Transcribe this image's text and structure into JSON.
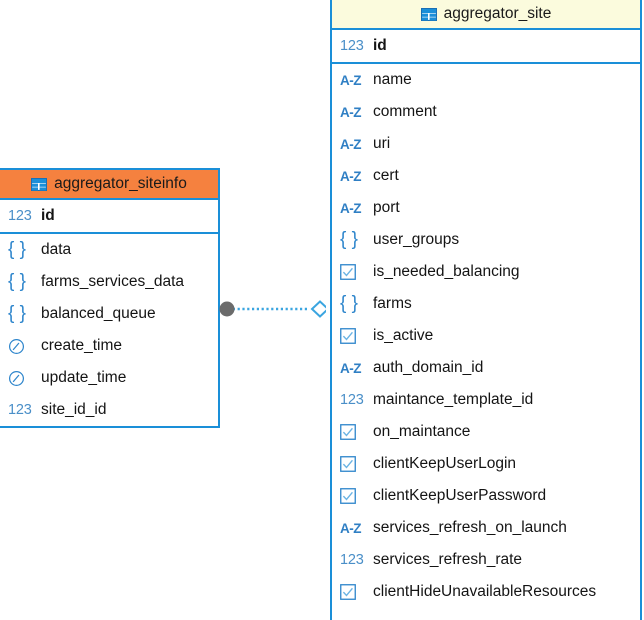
{
  "diagram": {
    "type": "entity-relationship-diagram",
    "colors": {
      "border": "#1a8fd8",
      "header_highlight": "#f5813f",
      "header_default": "#fbfbdd",
      "icon_blue": "#2f86cc",
      "connector_line": "#3aa5e0",
      "connector_dot": "#6b6b6b"
    },
    "entities": [
      {
        "id": "aggregator_siteinfo",
        "name": "aggregator_siteinfo",
        "header_style": "orange",
        "icon": "table-icon",
        "primary_key": {
          "name": "id",
          "type_icon": "123",
          "type": "integer"
        },
        "fields": [
          {
            "name": "data",
            "type_icon": "{ }",
            "type": "json"
          },
          {
            "name": "farms_services_data",
            "type_icon": "{ }",
            "type": "json"
          },
          {
            "name": "balanced_queue",
            "type_icon": "{ }",
            "type": "json"
          },
          {
            "name": "create_time",
            "type_icon": "clock",
            "type": "datetime"
          },
          {
            "name": "update_time",
            "type_icon": "clock",
            "type": "datetime"
          },
          {
            "name": "site_id_id",
            "type_icon": "123",
            "type": "integer"
          }
        ]
      },
      {
        "id": "aggregator_site",
        "name": "aggregator_site",
        "header_style": "cream",
        "icon": "table-icon",
        "primary_key": {
          "name": "id",
          "type_icon": "123",
          "type": "integer"
        },
        "fields": [
          {
            "name": "name",
            "type_icon": "A-Z",
            "type": "string"
          },
          {
            "name": "comment",
            "type_icon": "A-Z",
            "type": "string"
          },
          {
            "name": "uri",
            "type_icon": "A-Z",
            "type": "string"
          },
          {
            "name": "cert",
            "type_icon": "A-Z",
            "type": "string"
          },
          {
            "name": "port",
            "type_icon": "A-Z",
            "type": "string"
          },
          {
            "name": "user_groups",
            "type_icon": "{ }",
            "type": "json"
          },
          {
            "name": "is_needed_balancing",
            "type_icon": "checkbox",
            "type": "boolean"
          },
          {
            "name": "farms",
            "type_icon": "{ }",
            "type": "json"
          },
          {
            "name": "is_active",
            "type_icon": "checkbox",
            "type": "boolean"
          },
          {
            "name": "auth_domain_id",
            "type_icon": "A-Z",
            "type": "string"
          },
          {
            "name": "maintance_template_id",
            "type_icon": "123",
            "type": "integer"
          },
          {
            "name": "on_maintance",
            "type_icon": "checkbox",
            "type": "boolean"
          },
          {
            "name": "clientKeepUserLogin",
            "type_icon": "checkbox",
            "type": "boolean"
          },
          {
            "name": "clientKeepUserPassword",
            "type_icon": "checkbox",
            "type": "boolean"
          },
          {
            "name": "services_refresh_on_launch",
            "type_icon": "A-Z",
            "type": "string"
          },
          {
            "name": "services_refresh_rate",
            "type_icon": "123",
            "type": "integer"
          },
          {
            "name": "clientHideUnavailableResources",
            "type_icon": "checkbox",
            "type": "boolean"
          }
        ]
      }
    ],
    "relationship": {
      "from": "aggregator_siteinfo",
      "to": "aggregator_site",
      "from_marker": "filled-circle",
      "to_marker": "hollow-diamond",
      "line_style": "dotted"
    }
  }
}
